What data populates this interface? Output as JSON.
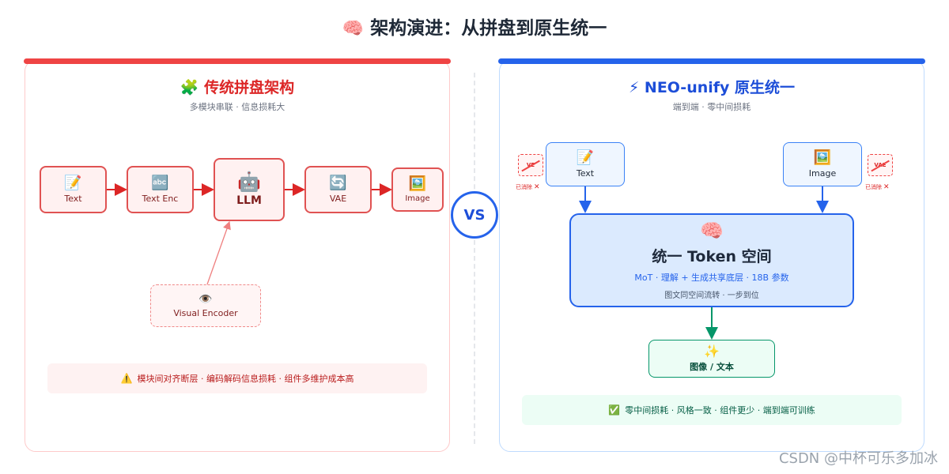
{
  "title": {
    "emoji": "🧠",
    "text": "架构演进：从拼盘到原生统一"
  },
  "left": {
    "icon": "🧩",
    "title": "传统拼盘架构",
    "subtitle": "多模块串联 · 信息损耗大",
    "nodes": {
      "text": {
        "icon": "📝",
        "label": "Text"
      },
      "text_enc": {
        "icon": "🔤",
        "label": "Text Enc"
      },
      "llm": {
        "icon": "🤖",
        "label": "LLM"
      },
      "vae": {
        "icon": "🔄",
        "label": "VAE"
      },
      "image": {
        "icon": "🖼️",
        "label": "Image"
      },
      "visual": {
        "icon": "👁️",
        "label": "Visual Encoder"
      }
    },
    "note": {
      "icon": "⚠️",
      "text": "模块间对齐断层 · 编码解码信息损耗 · 组件多维护成本高"
    }
  },
  "vs": "VS",
  "right": {
    "icon": "⚡",
    "title": "NEO-unify 原生统一",
    "subtitle": "端到端 · 零中间损耗",
    "text_node": {
      "icon": "📝",
      "label": "Text"
    },
    "image_node": {
      "icon": "🖼️",
      "label": "Image"
    },
    "removed_left": {
      "box": "VE",
      "label": "已消除"
    },
    "removed_right": {
      "box": "VAE",
      "label": "已消除"
    },
    "token": {
      "icon": "🧠",
      "title": "统一 Token 空间",
      "subtitle": "MoT · 理解 + 生成共享底层 · 18B 参数",
      "subtitle2": "图文同空间流转 · 一步到位"
    },
    "output": {
      "icon": "✨",
      "label": "图像 / 文本"
    },
    "note": {
      "icon": "✅",
      "text": "零中间损耗 · 风格一致 · 组件更少 · 端到端可训练"
    }
  },
  "watermark": "CSDN @中杯可乐多加冰",
  "colors": {
    "left_accent": "#ef4444",
    "right_accent": "#2563eb",
    "output_accent": "#059669"
  }
}
